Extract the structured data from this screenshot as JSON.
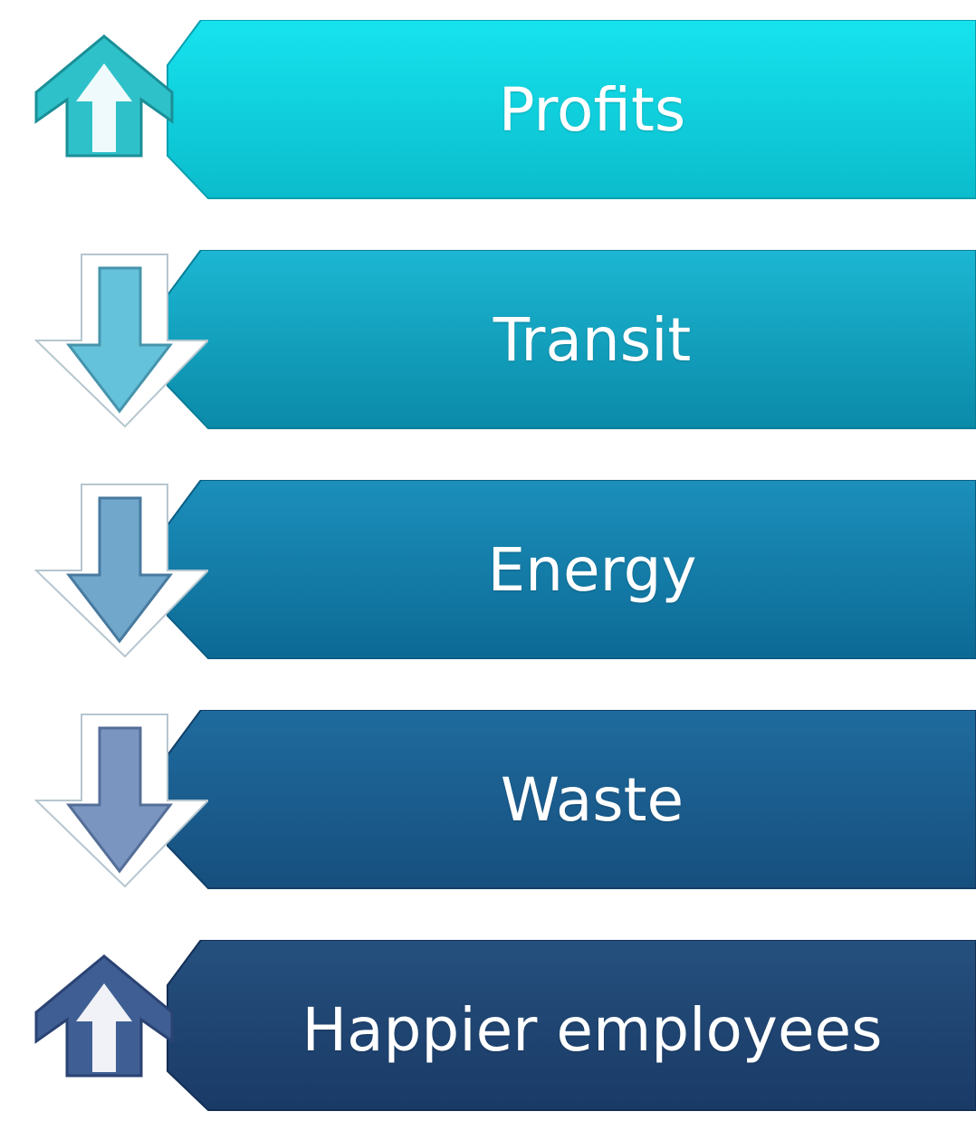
{
  "items": [
    {
      "label": "Profits",
      "direction": "up",
      "icon": "up-arrow-icon",
      "color_top": "#16e3ee",
      "color_bottom": "#0bbccc",
      "icon_color": "#2fc1c9"
    },
    {
      "label": "Transit",
      "direction": "down",
      "icon": "down-arrow-icon",
      "color_top": "#1cb7d3",
      "color_bottom": "#0a8aa8",
      "icon_color": "#5cbfd9"
    },
    {
      "label": "Energy",
      "direction": "down",
      "icon": "down-arrow-icon",
      "color_top": "#1c8fbb",
      "color_bottom": "#0c6a95",
      "icon_color": "#6aa3c8"
    },
    {
      "label": "Waste",
      "direction": "down",
      "icon": "down-arrow-icon",
      "color_top": "#1f6b9e",
      "color_bottom": "#164f7e",
      "icon_color": "#7391bd"
    },
    {
      "label": "Happier employees",
      "direction": "up",
      "icon": "up-arrow-icon",
      "color_top": "#25507e",
      "color_bottom": "#1a3a66",
      "icon_color": "#3f5e93"
    }
  ]
}
